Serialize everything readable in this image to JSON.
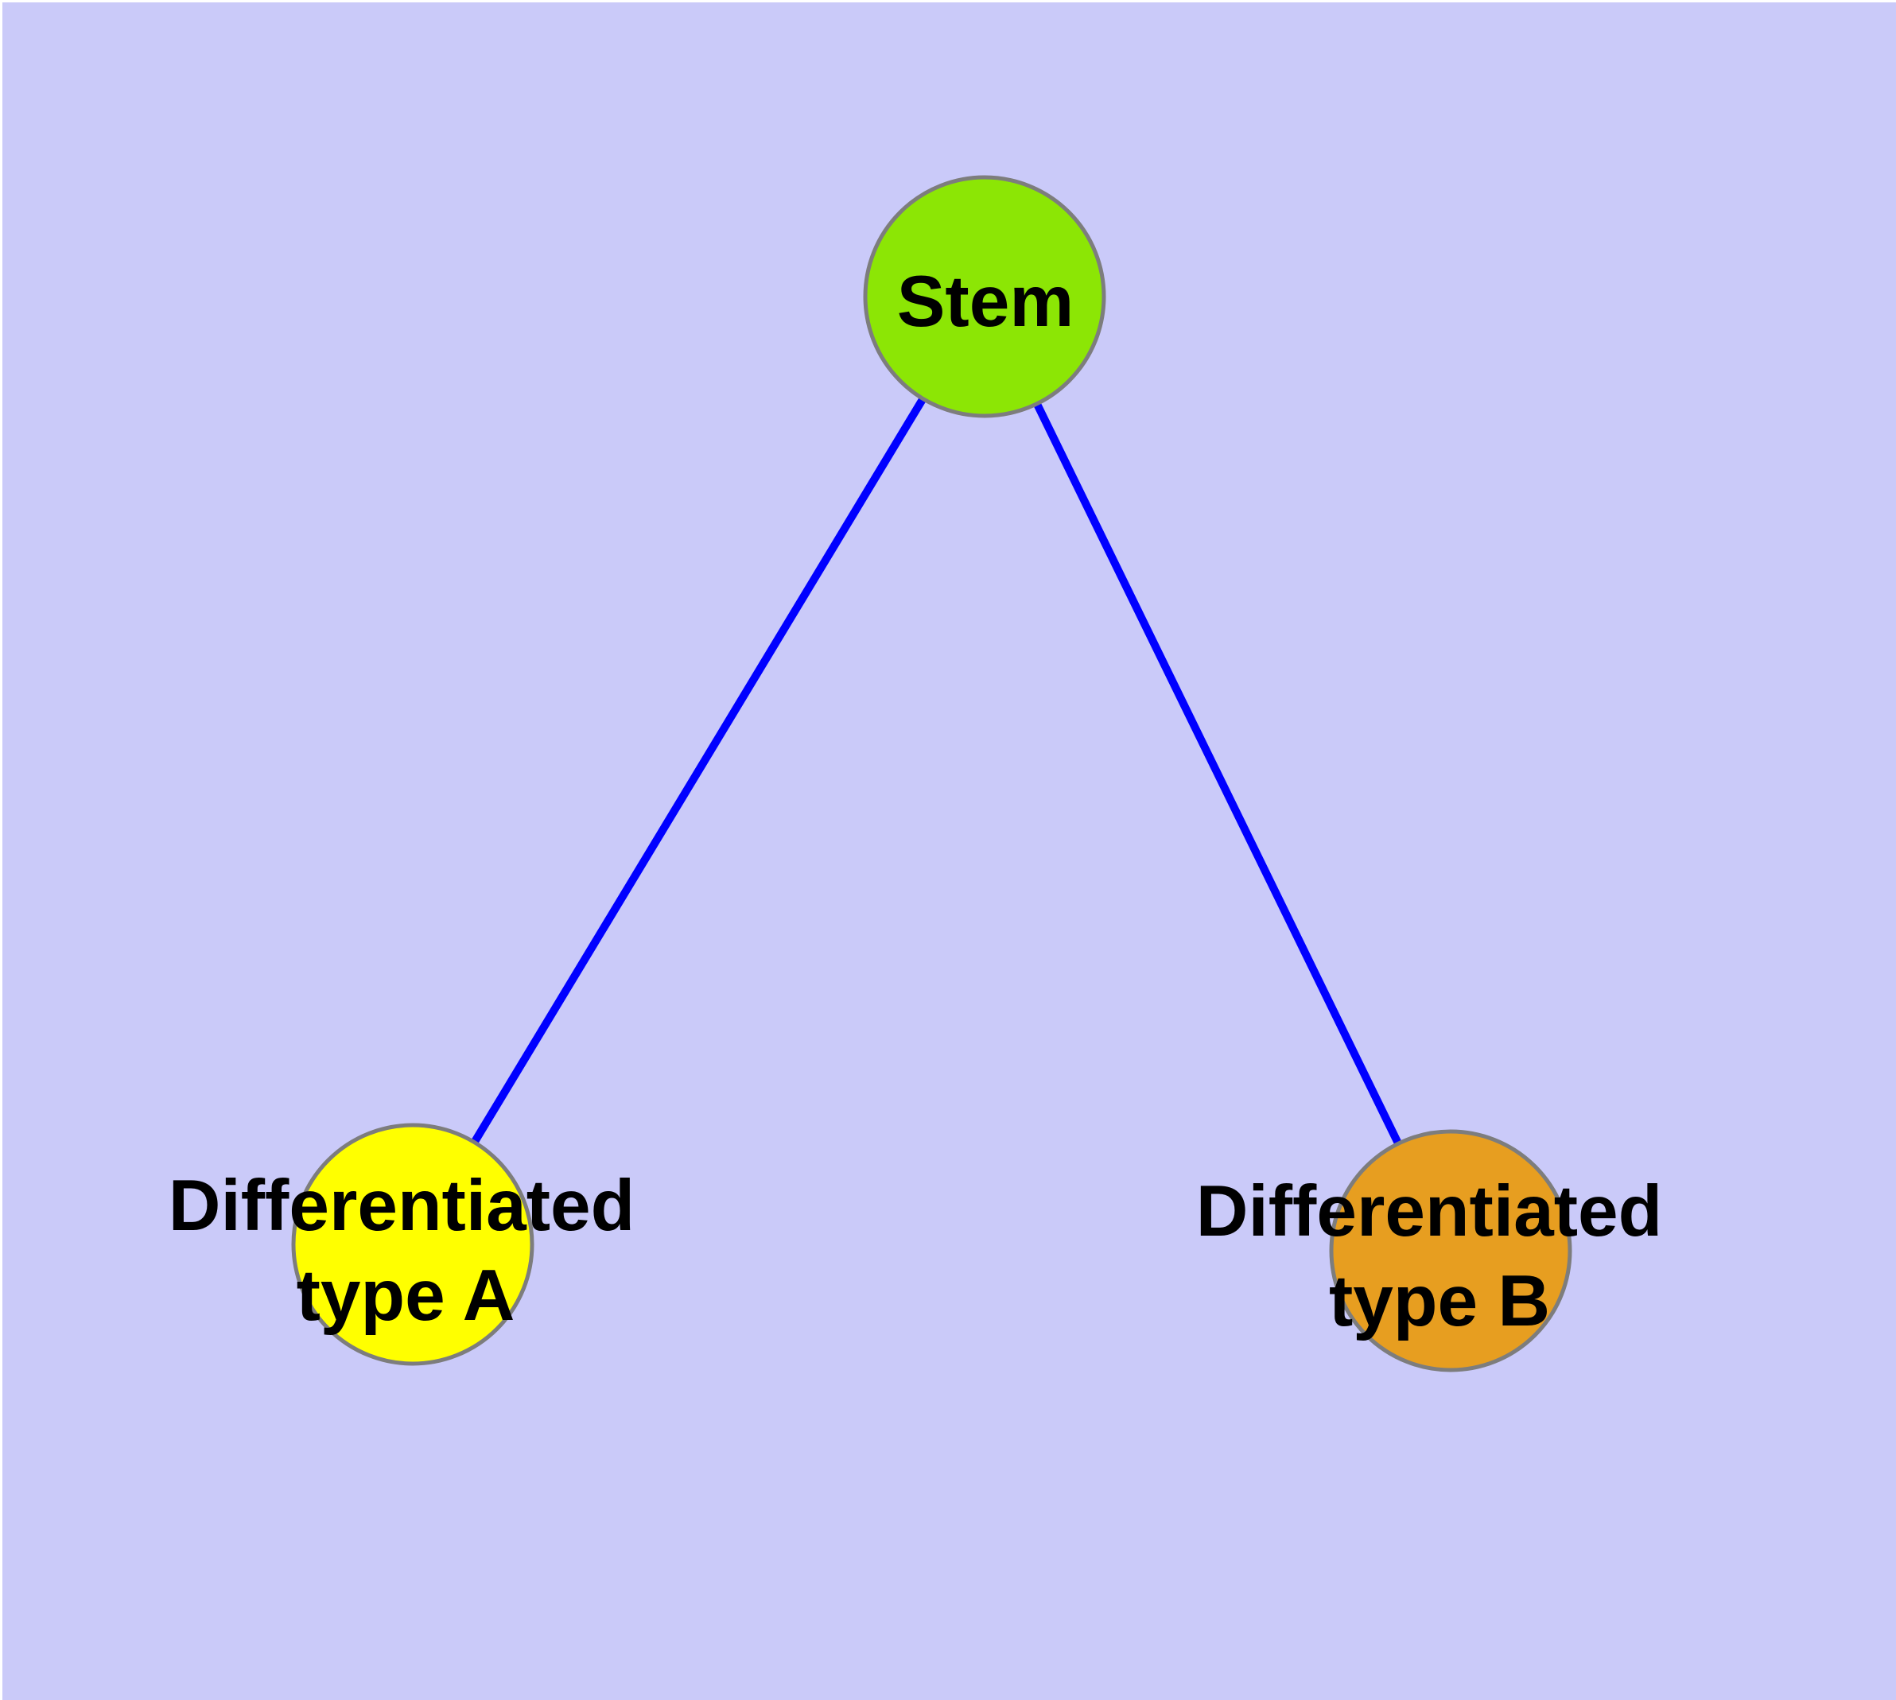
{
  "canvas": {
    "background": "#CACAF9"
  },
  "edges": {
    "color": "#0000FF",
    "items": [
      {
        "from": "Stem",
        "to": "Differentiated type A"
      },
      {
        "from": "Stem",
        "to": "Differentiated type B"
      }
    ]
  },
  "nodes": {
    "stem": {
      "label": "Stem",
      "fill": "#8CE605",
      "border": "#7D7D7D"
    },
    "type_a": {
      "label_line1": "Differentiated",
      "label_line2": "type A",
      "fill": "#FFFF00",
      "border": "#7D7D7D"
    },
    "type_b": {
      "label_line1": "Differentiated",
      "label_line2": "type B",
      "fill": "#E79E20",
      "border": "#7D7D7D"
    }
  }
}
